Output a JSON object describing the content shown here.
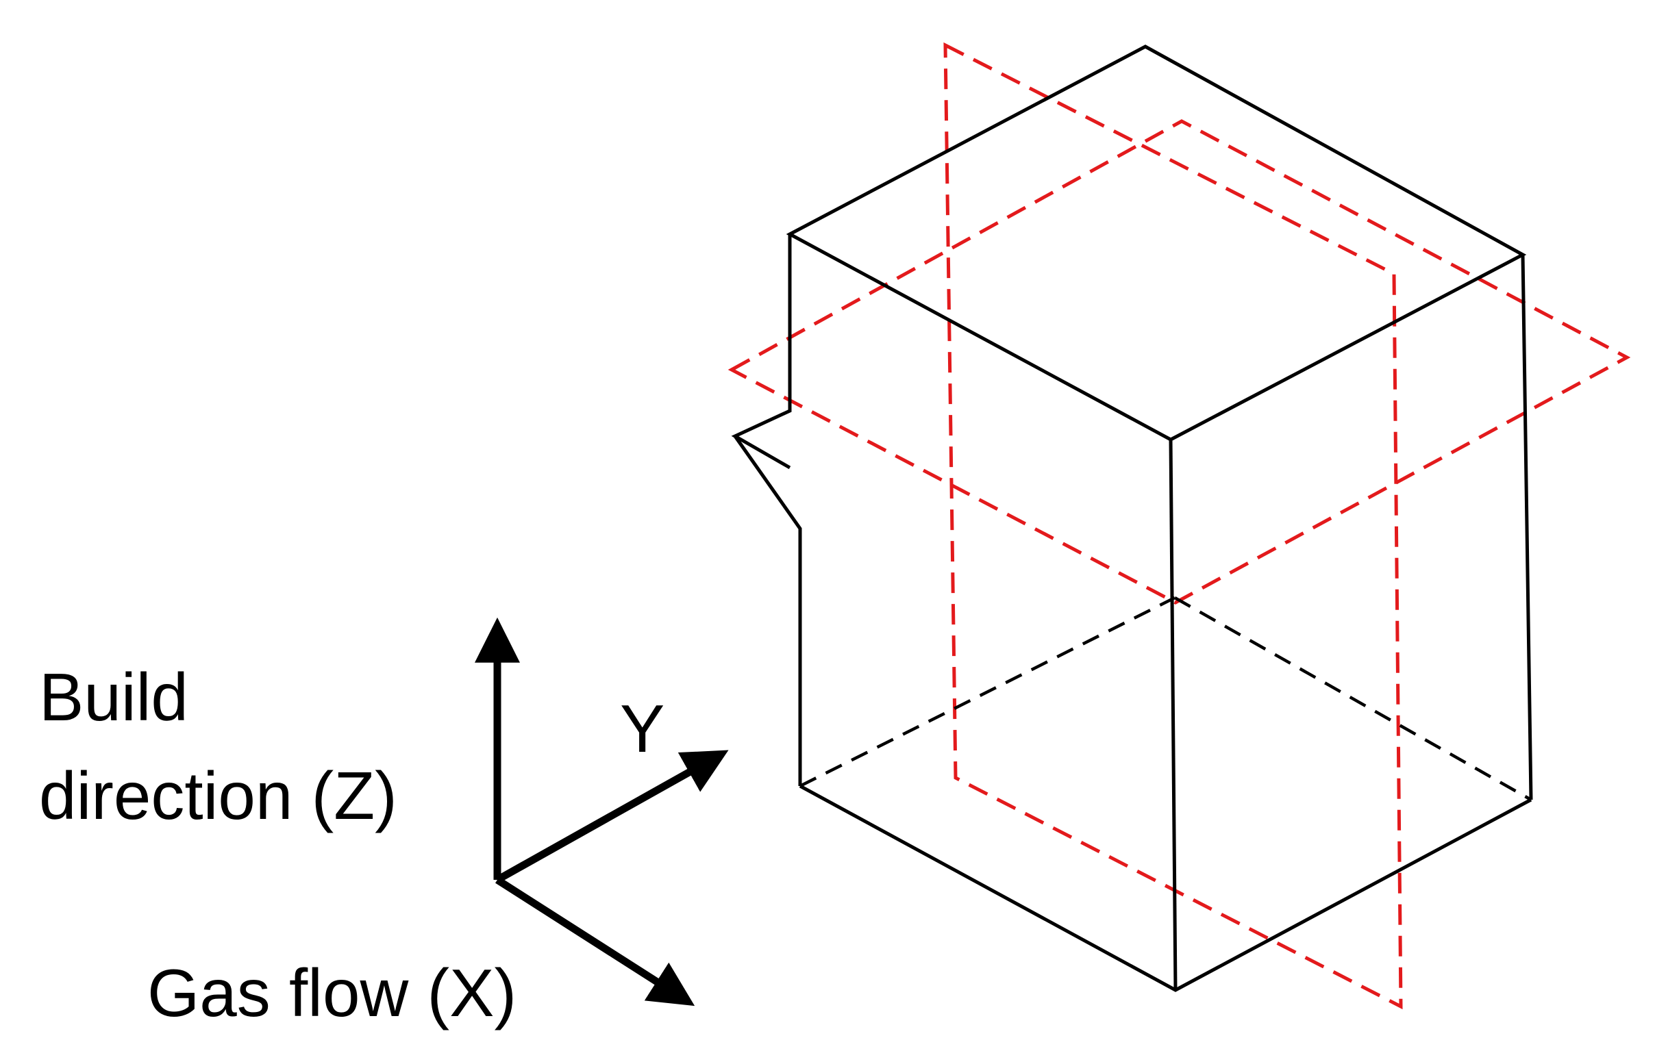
{
  "labels": {
    "build_line1": "Build",
    "build_line2": "direction (Z)",
    "y_axis": "Y",
    "gas_flow": "Gas flow (X)"
  },
  "colors": {
    "solid_edges": "#000000",
    "section_planes": "#e31a1c",
    "hidden_edges": "#000000"
  }
}
